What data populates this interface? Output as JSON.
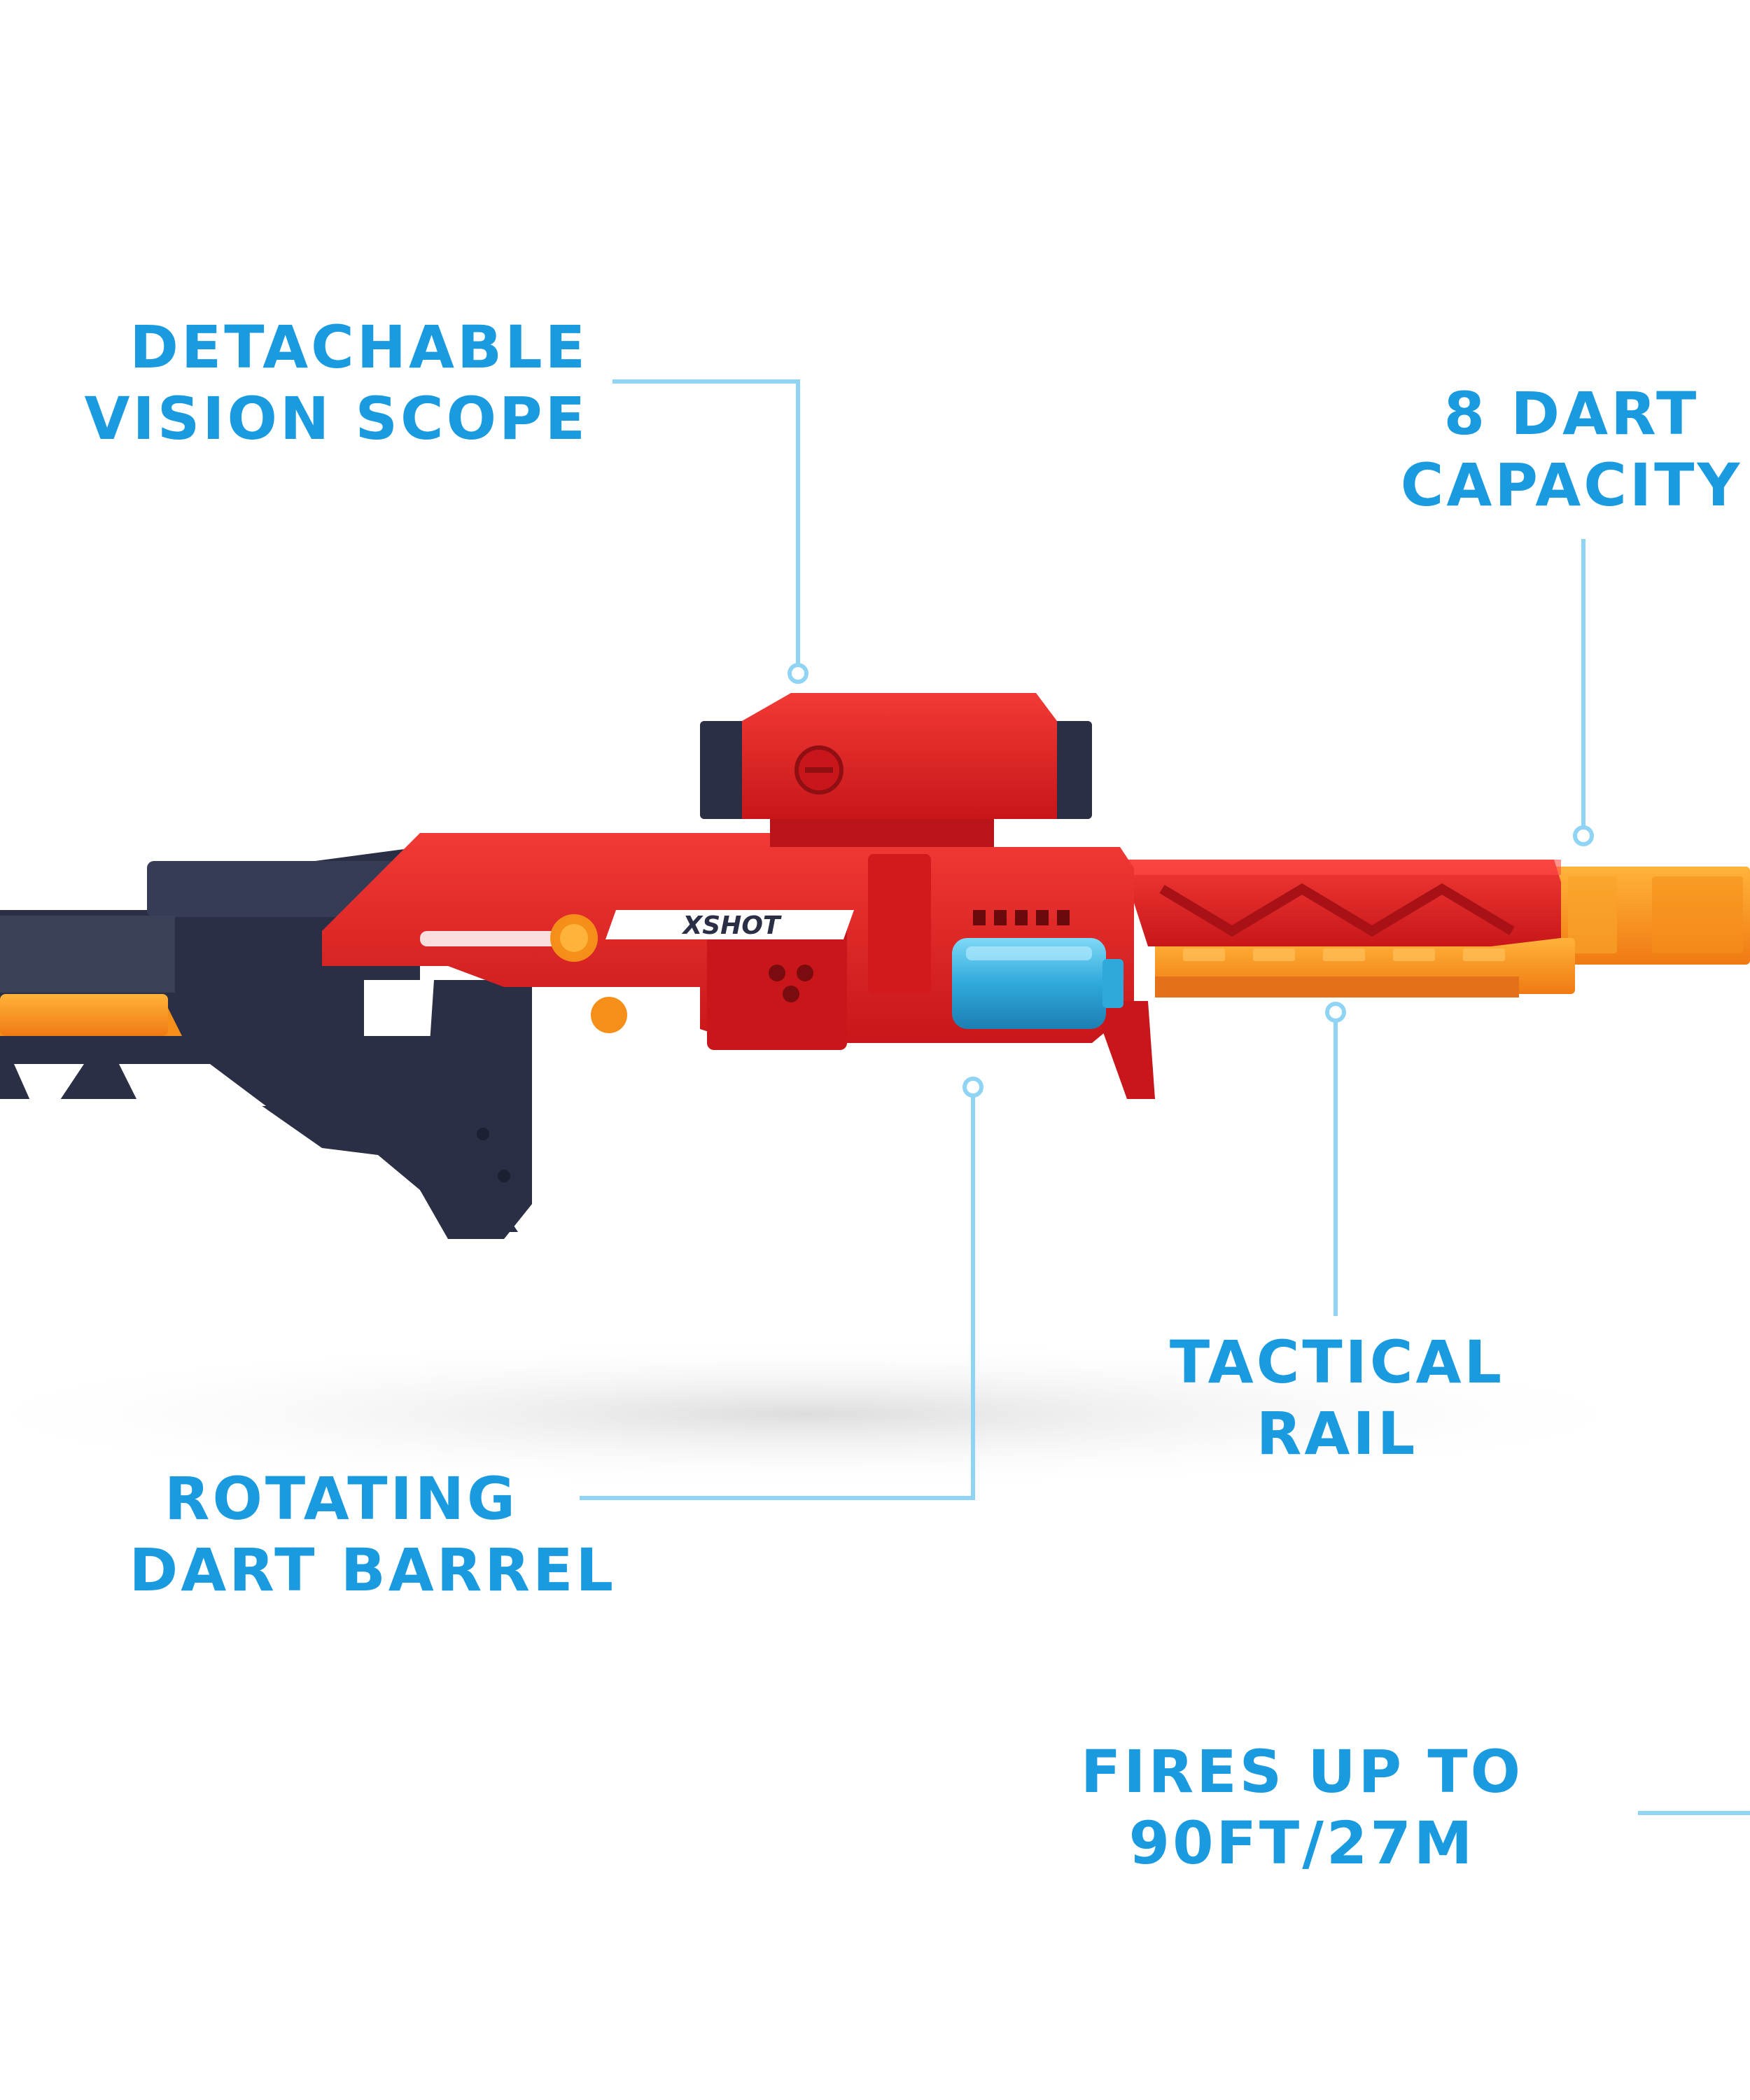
{
  "features": {
    "scope": {
      "line1": "DETACHABLE",
      "line2": "VISION SCOPE"
    },
    "capacity": {
      "line1": "8 DART",
      "line2": "CAPACITY"
    },
    "rail": {
      "line1": "TACTICAL",
      "line2": "RAIL"
    },
    "barrel": {
      "line1": "ROTATING",
      "line2": "DART BARREL"
    },
    "range": {
      "line1": "FIRES UP TO",
      "line2": "90FT/27M"
    }
  },
  "brand": {
    "logo_text": "XSHOT"
  },
  "colors": {
    "label_blue": "#1a9be0",
    "callout_line": "#8fd3f5",
    "body_red": "#e01f1f",
    "stock_navy": "#2a2f45",
    "accent_orange": "#f59a1a",
    "barrel_blue": "#3fb9e6"
  }
}
